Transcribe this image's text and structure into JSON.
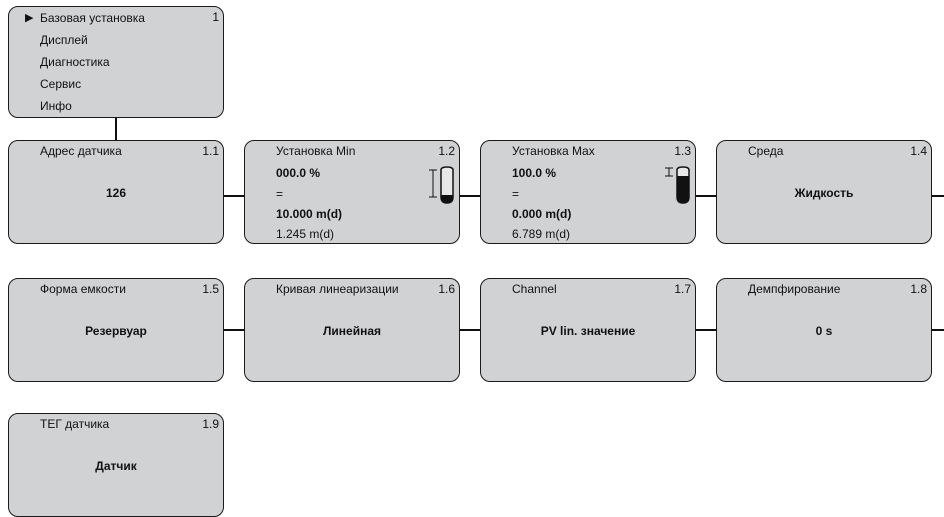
{
  "menu": {
    "items": [
      "Базовая установка",
      "Дисплей",
      "Диагностика",
      "Сервис",
      "Инфо"
    ],
    "number": "1",
    "pointer": "▶"
  },
  "boxes": {
    "b11": {
      "title": "Адрес датчика",
      "num": "1.1",
      "value": "126"
    },
    "b12": {
      "title": "Установка Min",
      "num": "1.2",
      "percent": "000.0 %",
      "equals": "=",
      "setpoint": "10.000 m(d)",
      "measured": "1.245 m(d)"
    },
    "b13": {
      "title": "Установка Max",
      "num": "1.3",
      "percent": "100.0 %",
      "equals": "=",
      "setpoint": "0.000 m(d)",
      "measured": "6.789 m(d)"
    },
    "b14": {
      "title": "Среда",
      "num": "1.4",
      "value": "Жидкость"
    },
    "b15": {
      "title": "Форма емкости",
      "num": "1.5",
      "value": "Резервуар"
    },
    "b16": {
      "title": "Кривая линеаризации",
      "num": "1.6",
      "value": "Линейная"
    },
    "b17": {
      "title": "Channel",
      "num": "1.7",
      "value": "PV lin. значение"
    },
    "b18": {
      "title": "Демпфирование",
      "num": "1.8",
      "value": "0 s"
    },
    "b19": {
      "title": "ТЕГ датчика",
      "num": "1.9",
      "value": "Датчик"
    }
  },
  "icons": {
    "min": "tank-min-level-icon",
    "max": "tank-max-level-icon"
  },
  "colors": {
    "box_fill": "#d1d2d4",
    "border": "#1a1a1a"
  }
}
